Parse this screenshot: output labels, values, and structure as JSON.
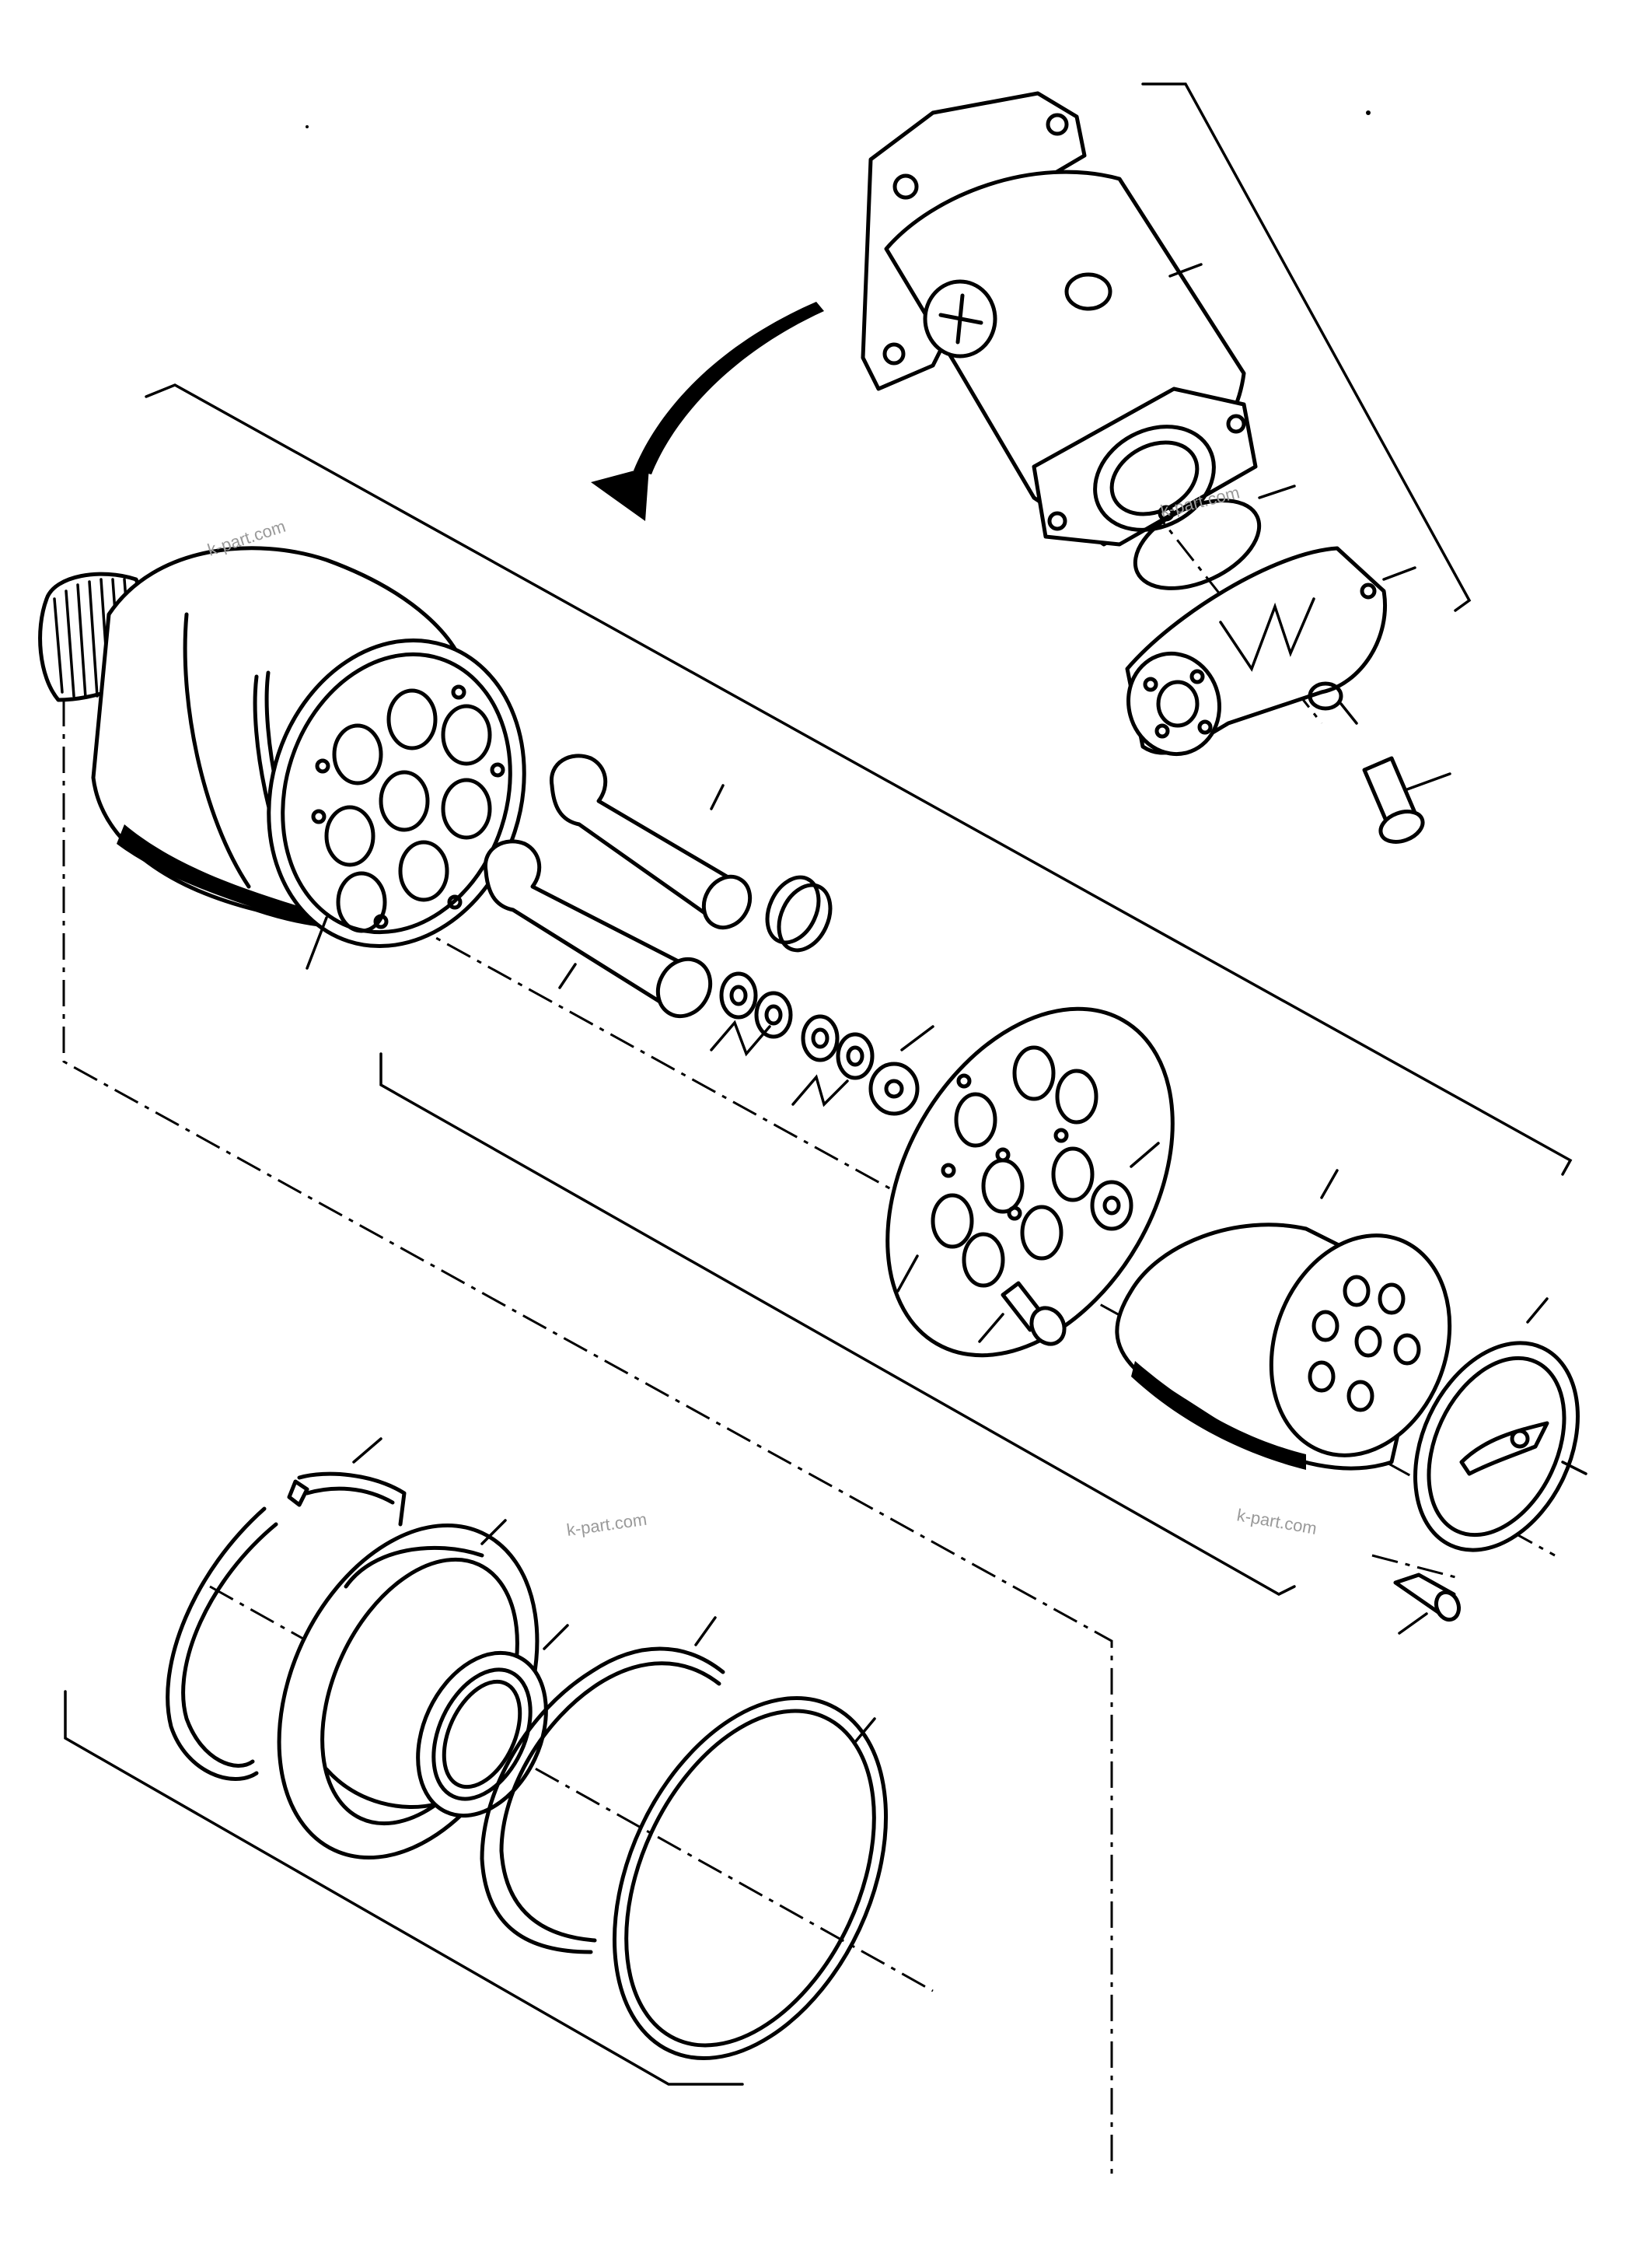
{
  "diagram": {
    "watermarks": [
      "k-part.com",
      "k-part.com",
      "k-part.com",
      "k-part.com"
    ]
  }
}
